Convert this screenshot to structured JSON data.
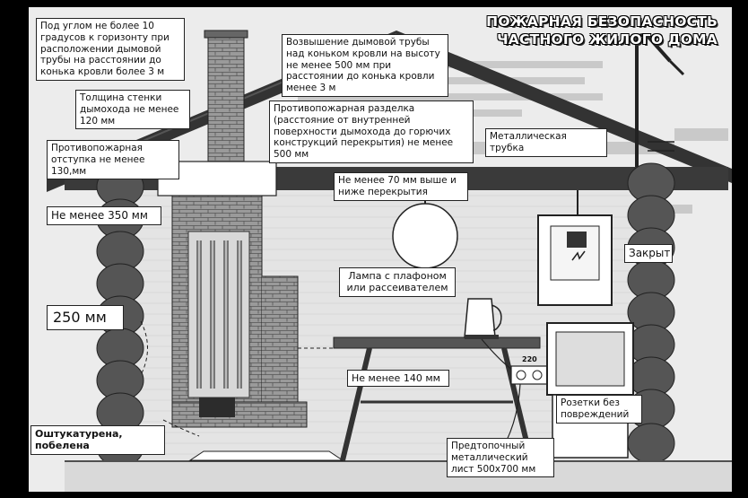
{
  "poster": {
    "title_line1": "ПОЖАРНАЯ БЕЗОПАСНОСТЬ",
    "title_line2": "ЧАСТНОГО ЖИЛОГО ДОМА",
    "socket_voltage": "220"
  },
  "labels": {
    "angle_rule": "Под углом не более 10 градусов к горизонту при расположении дымовой трубы на расстоянии до конька кровли более 3 м",
    "chimney_height": "Возвышение дымовой трубы над коньком кровли на высоту не менее 500 мм при расстоянии до конька кровли менее 3 м",
    "wall_thickness": "Толщина стенки дымохода не менее 120 мм",
    "fire_cutting": "Противопожарная разделка (расстояние от внутренней поверхности дымохода до горючих конструкций перекрытия) не менее 500 мм",
    "metal_tube": "Металлическая трубка",
    "fire_indent": "Противопожарная отступка не менее 130,мм",
    "above_below_ceiling": "Не менее 70 мм выше и ниже перекрытия",
    "min_350": "Не менее 350 мм",
    "closed": "Закрыт",
    "lamp": "Лампа с плафоном или рассеивателем",
    "mm_250": "250 мм",
    "min_140": "Не менее 140 мм",
    "sockets": "Розетки без повреждений",
    "plastered": "Оштукатурена, побелена",
    "metal_sheet": "Предтопочный металлический лист 500х700 мм"
  }
}
